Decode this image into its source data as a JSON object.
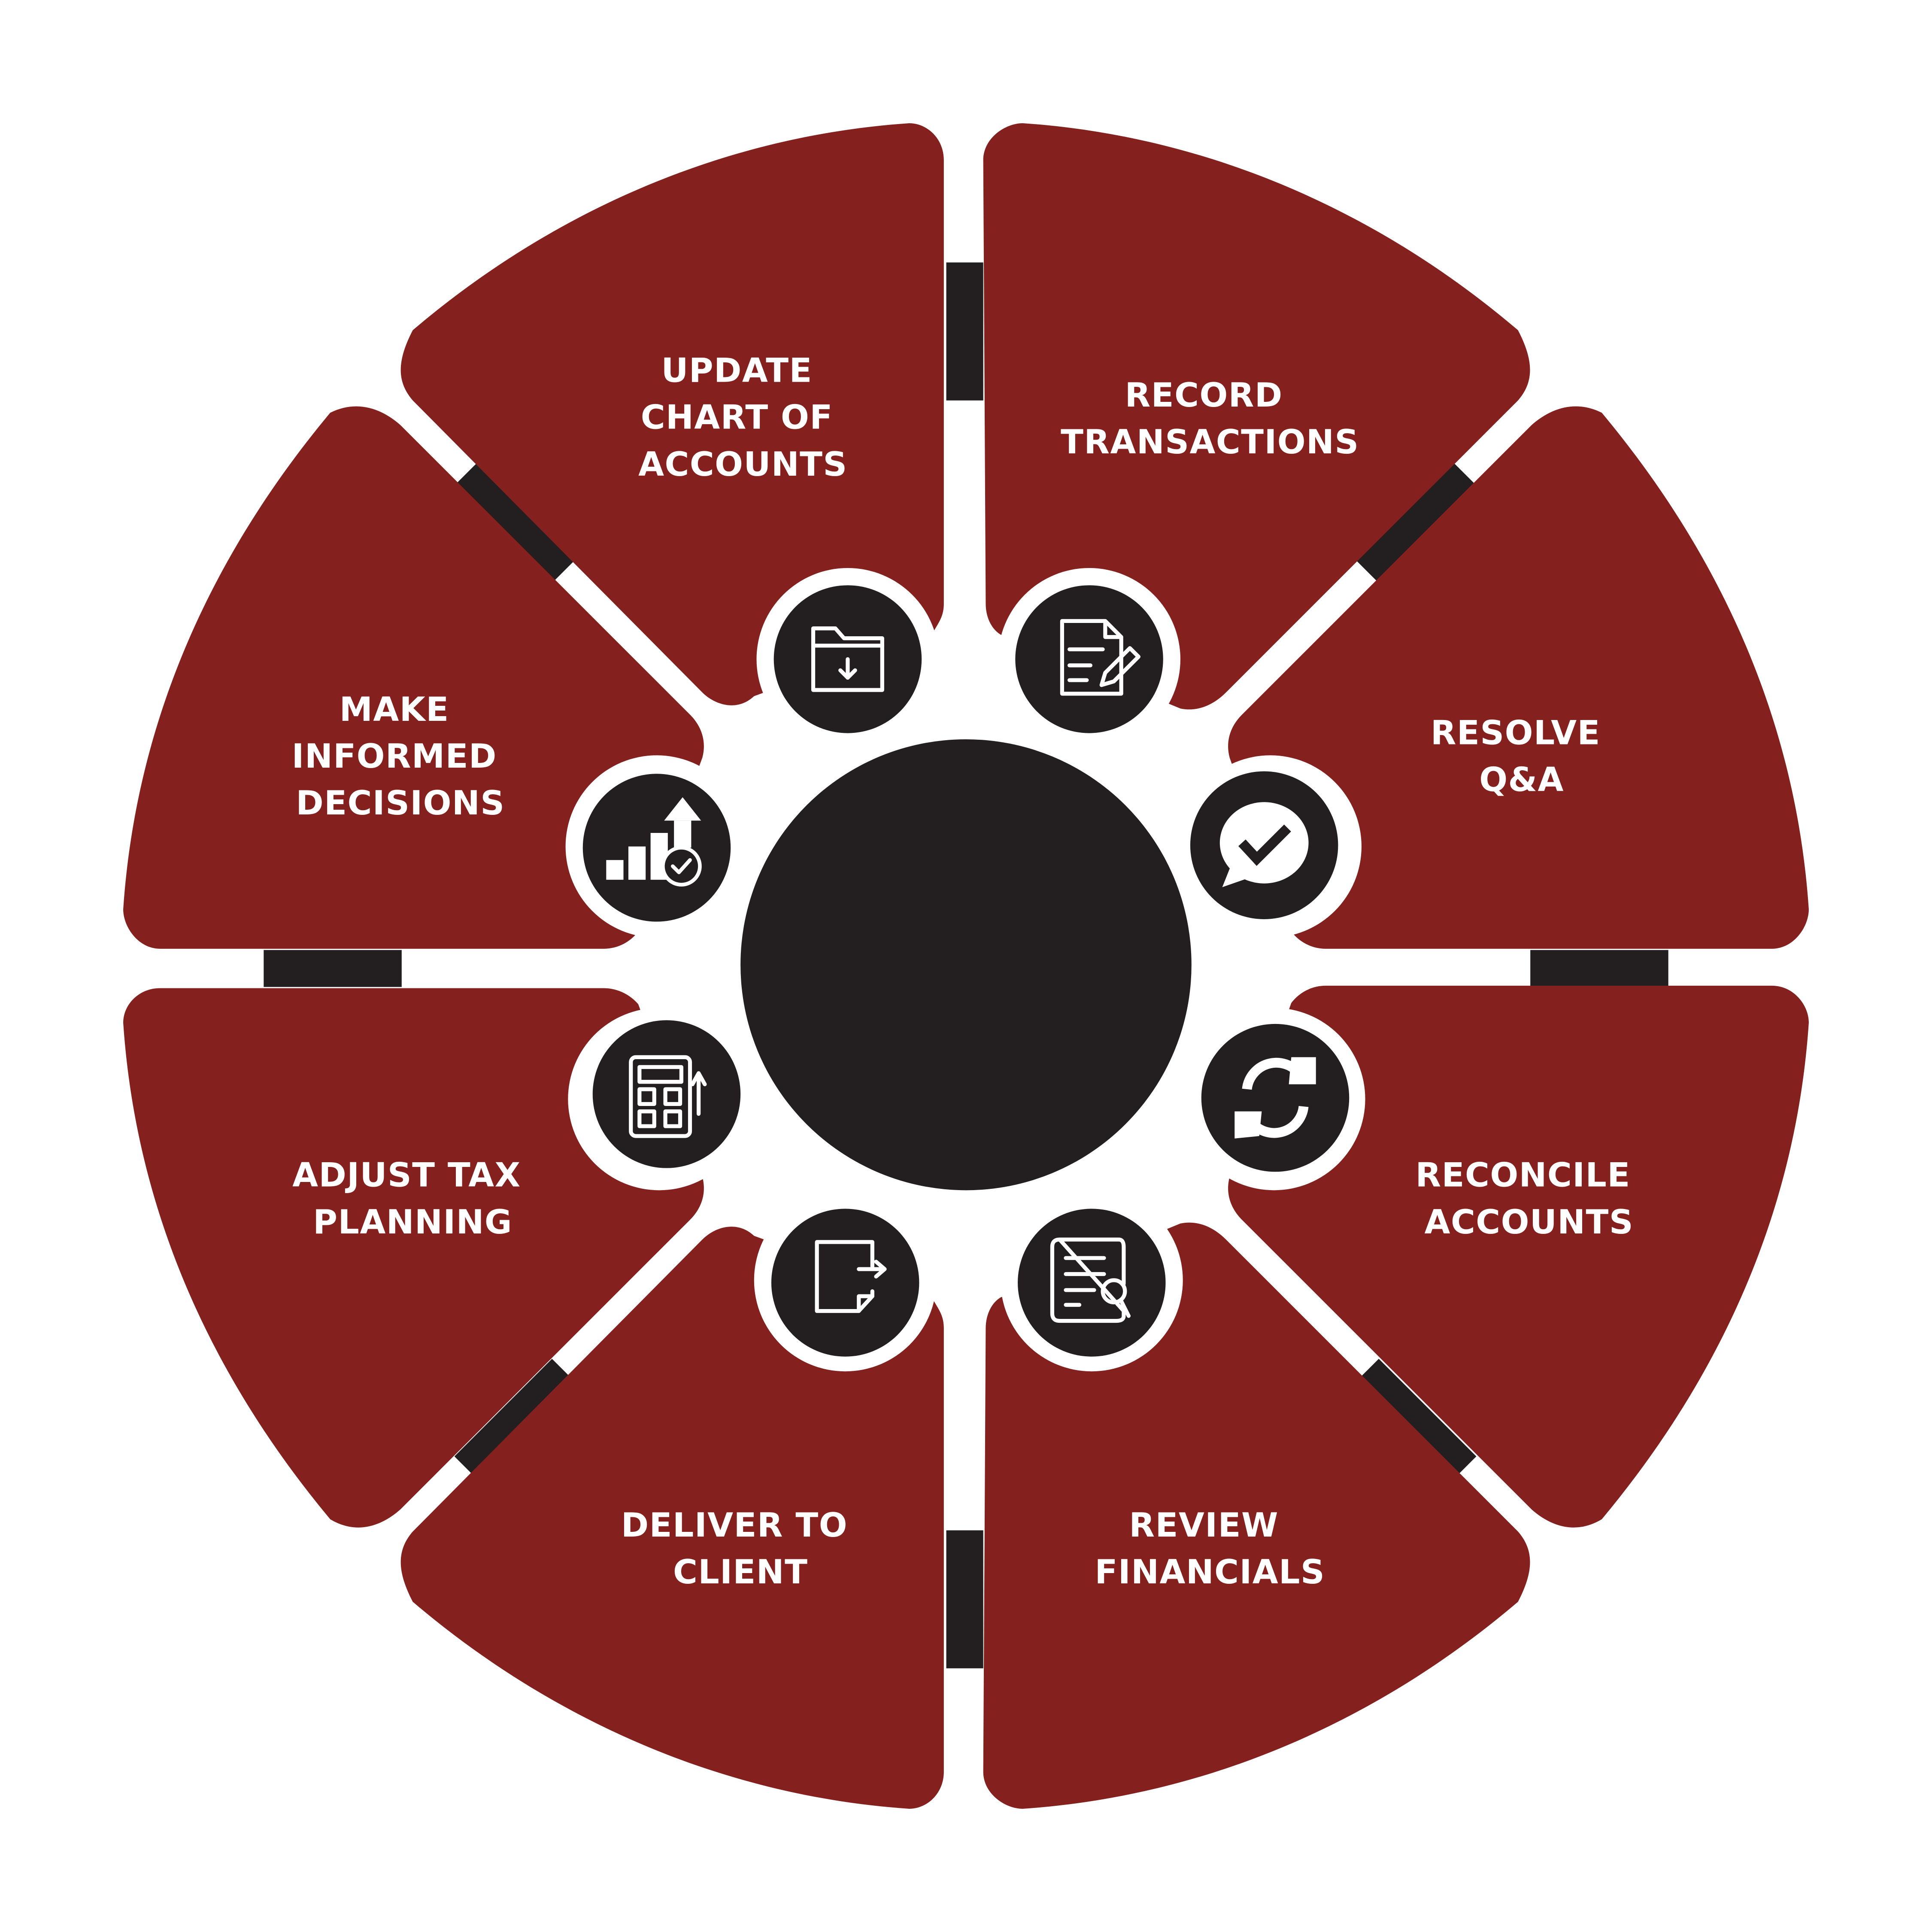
{
  "diagram": {
    "type": "cycle-wheel",
    "colors": {
      "segment": "#84201d",
      "hub": "#231f20",
      "spoke": "#231f20",
      "icon_background": "#231f20",
      "text": "#ffffff",
      "background": "#ffffff"
    },
    "steps": [
      {
        "id": "update-chart",
        "lines": [
          "UPDATE",
          "CHART OF",
          "ACCOUNTS"
        ],
        "icon": "folder-download-icon"
      },
      {
        "id": "record-transactions",
        "lines": [
          "RECORD",
          "TRANSACTIONS"
        ],
        "icon": "document-edit-icon"
      },
      {
        "id": "resolve-qa",
        "lines": [
          "RESOLVE",
          "Q&A"
        ],
        "icon": "chat-check-icon"
      },
      {
        "id": "reconcile-accounts",
        "lines": [
          "RECONCILE",
          "ACCOUNTS"
        ],
        "icon": "sync-arrows-icon"
      },
      {
        "id": "review-financials",
        "lines": [
          "REVIEW",
          "FINANCIALS"
        ],
        "icon": "document-search-icon"
      },
      {
        "id": "deliver-to-client",
        "lines": [
          "DELIVER TO",
          "CLIENT"
        ],
        "icon": "document-export-icon"
      },
      {
        "id": "adjust-tax-planning",
        "lines": [
          "ADJUST TAX",
          "PLANNING"
        ],
        "icon": "calculator-up-icon"
      },
      {
        "id": "make-informed-decisions",
        "lines": [
          "MAKE",
          "INFORMED",
          "DECISIONS"
        ],
        "icon": "growth-chart-check-icon"
      }
    ]
  }
}
